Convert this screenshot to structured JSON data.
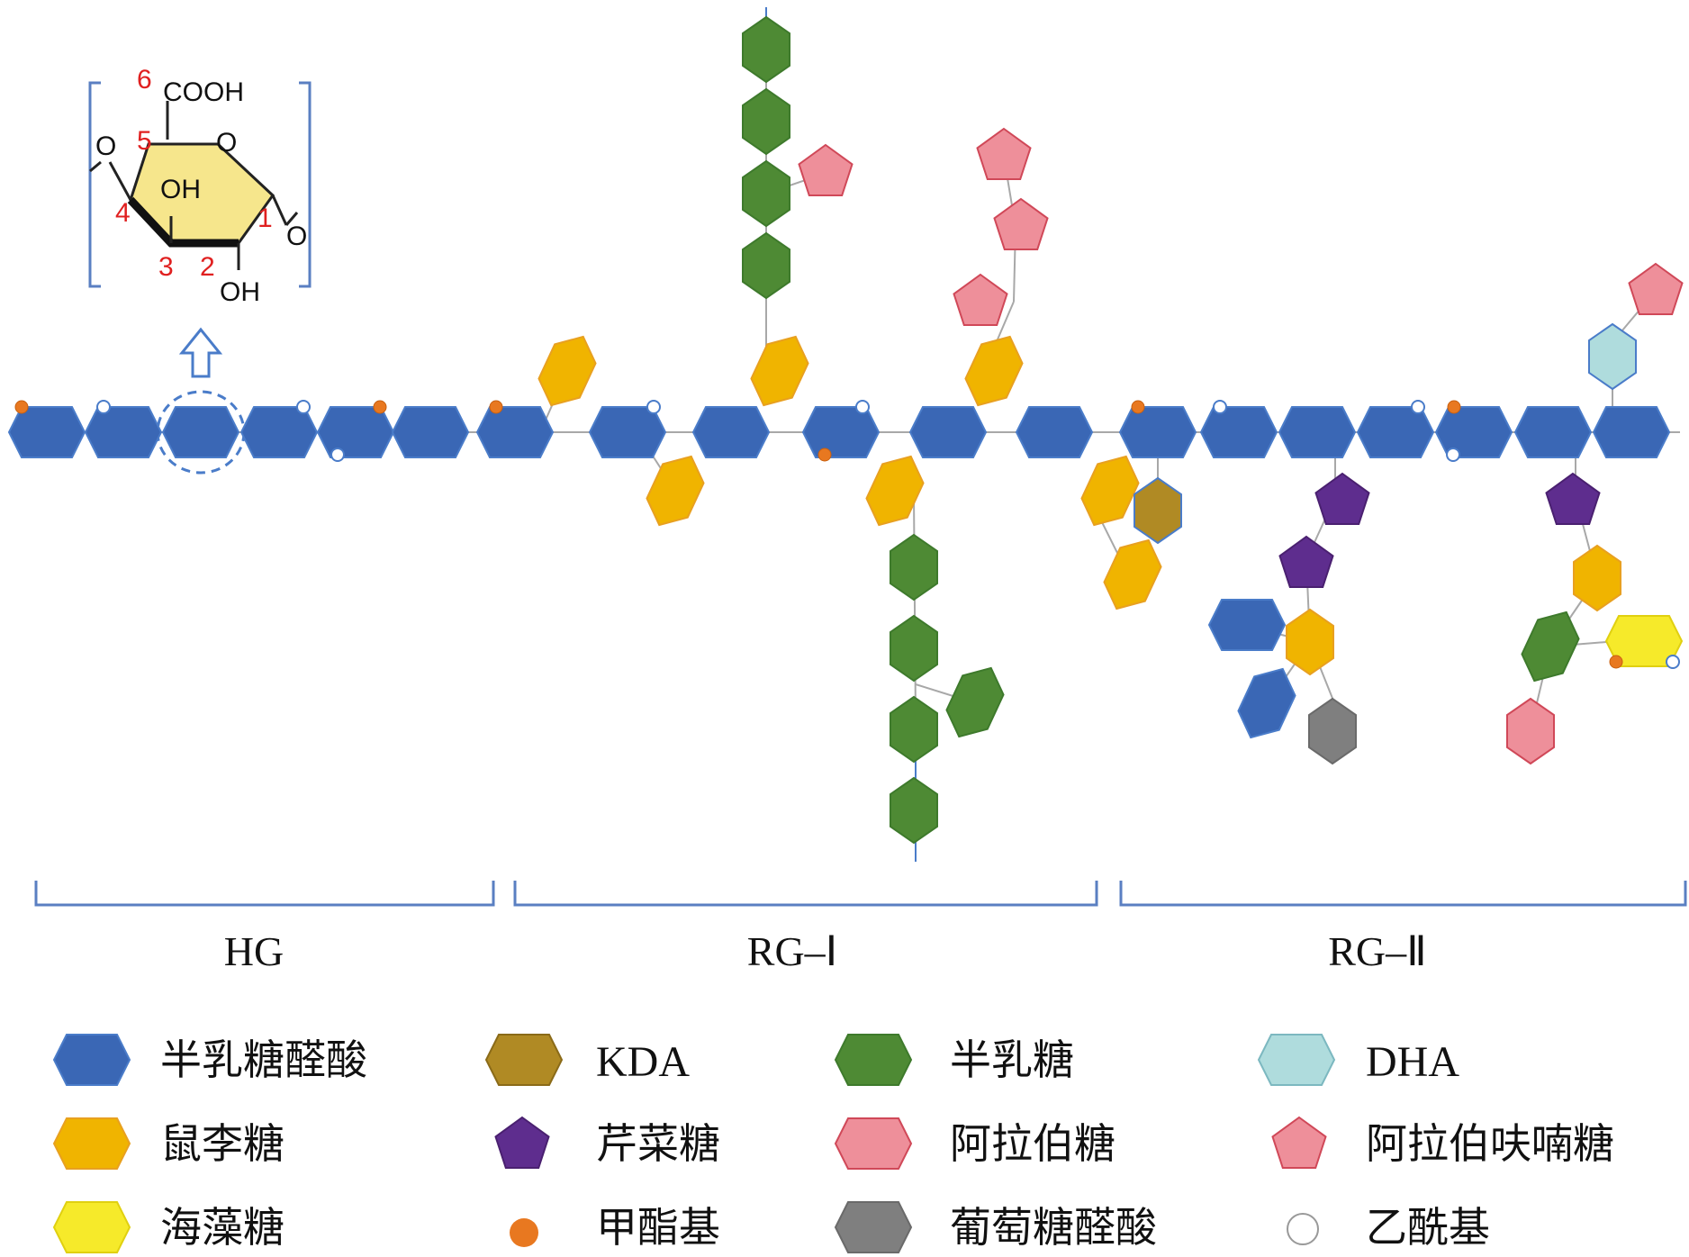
{
  "structure": {
    "cooh": "COOH",
    "ring_o": "O",
    "left_o": "O",
    "right_o": "O",
    "oh_top": "OH",
    "oh_bottom": "OH",
    "numbers": [
      "6",
      "5",
      "4",
      "3",
      "2",
      "1"
    ]
  },
  "segments": [
    {
      "label": "HG"
    },
    {
      "label": "RG–Ⅰ"
    },
    {
      "label": "RG–Ⅱ"
    }
  ],
  "legend": [
    {
      "shape": "hexagon",
      "color": "#3a67b5",
      "stroke": "#4a7cc9",
      "label": "半乳糖醛酸"
    },
    {
      "shape": "hexagon",
      "color": "#b08a24",
      "stroke": "#8a6a18",
      "label": "KDA"
    },
    {
      "shape": "hexagon",
      "color": "#4e8a34",
      "stroke": "#3e7a2c",
      "label": "半乳糖"
    },
    {
      "shape": "hexagon",
      "color": "#afdcdd",
      "stroke": "#7cb8c0",
      "label": "DHA"
    },
    {
      "shape": "hexagon",
      "color": "#f0b400",
      "stroke": "#e8a020",
      "label": "鼠李糖"
    },
    {
      "shape": "pentagon",
      "color": "#5e2d8e",
      "stroke": "#4a2070",
      "label": "芹菜糖"
    },
    {
      "shape": "hexagon",
      "color": "#ee8f9a",
      "stroke": "#d04858",
      "label": "阿拉伯糖"
    },
    {
      "shape": "pentagon",
      "color": "#ee8f9a",
      "stroke": "#d04858",
      "label": "阿拉伯呋喃糖"
    },
    {
      "shape": "hexagon",
      "color": "#f6ea2a",
      "stroke": "#e0d010",
      "label": "海藻糖"
    },
    {
      "shape": "dot",
      "color": "#e87820",
      "stroke": "#e87820",
      "label": "甲酯基"
    },
    {
      "shape": "hexagon",
      "color": "#7f7f7f",
      "stroke": "#6a6a6a",
      "label": "葡萄糖醛酸"
    },
    {
      "shape": "circle",
      "color": "#ffffff",
      "stroke": "#999999",
      "label": "乙酰基"
    }
  ]
}
